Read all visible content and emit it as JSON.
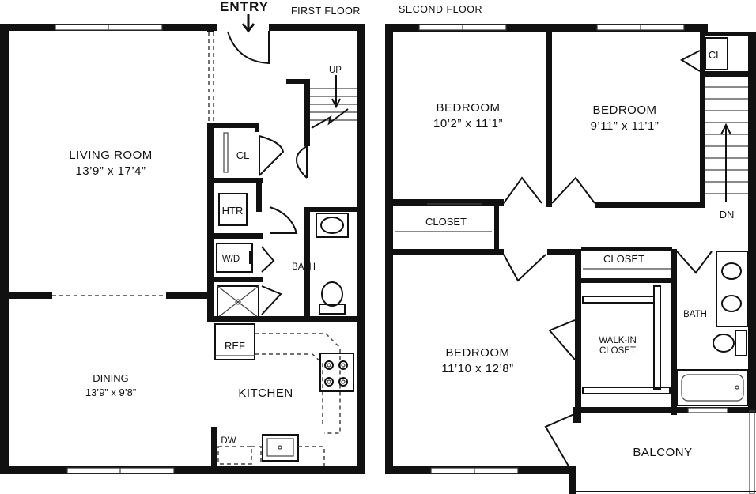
{
  "headers": {
    "entry": "ENTRY",
    "first_floor": "FIRST FLOOR",
    "second_floor": "SECOND FLOOR"
  },
  "first_floor": {
    "living_room": {
      "name": "LIVING ROOM",
      "size": "13’9” x 17’4”"
    },
    "dining": {
      "name": "DINING",
      "size": "13’9” x 9’8”"
    },
    "kitchen": {
      "name": "KITCHEN"
    },
    "closet": "CL",
    "heater": "HTR",
    "washer_dryer": "W/D",
    "bath": "BATH",
    "refrigerator": "REF",
    "dishwasher": "DW",
    "stairs": "UP"
  },
  "second_floor": {
    "bedroom_1": {
      "name": "BEDROOM",
      "size": "10’2” x 11’1”"
    },
    "bedroom_2": {
      "name": "BEDROOM",
      "size": "9’11” x 11’1”"
    },
    "bedroom_3": {
      "name": "BEDROOM",
      "size": "11’10 x 12’8”"
    },
    "closet_1": "CLOSET",
    "closet_2": "CLOSET",
    "closet_small": "CL",
    "walk_in_line1": "WALK-IN",
    "walk_in_line2": "CLOSET",
    "bath": "BATH",
    "balcony": "BALCONY",
    "stairs": "DN"
  }
}
